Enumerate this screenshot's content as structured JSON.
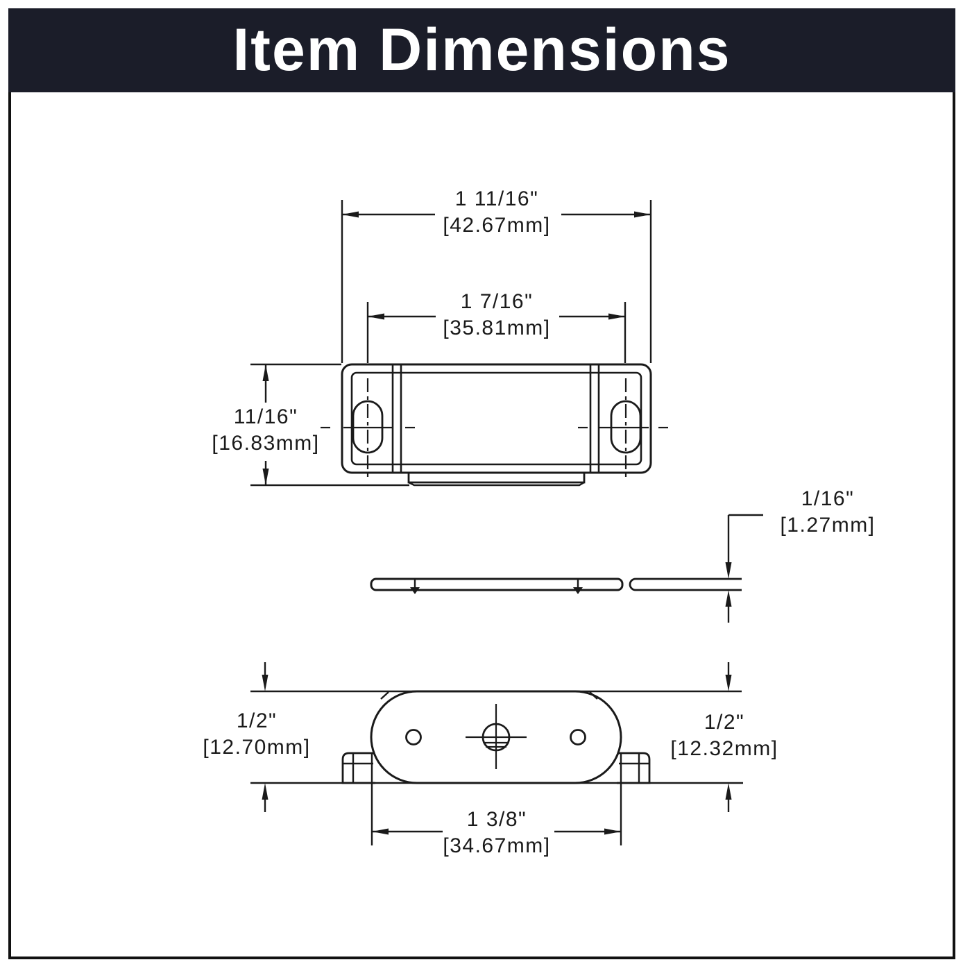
{
  "header": {
    "title": "Item Dimensions"
  },
  "colors": {
    "header_bg": "#1b1d29",
    "title_text": "#ffffff",
    "line": "#1a1a1a",
    "background": "#ffffff"
  },
  "dims": {
    "overall_width": {
      "in": "1 11/16\"",
      "mm": "[42.67mm]"
    },
    "slot_spacing": {
      "in": "1 7/16\"",
      "mm": "[35.81mm]"
    },
    "body_height": {
      "in": "11/16\"",
      "mm": "[16.83mm]"
    },
    "plate_thickness": {
      "in": "1/16\"",
      "mm": "[1.27mm]"
    },
    "depth_left": {
      "in": "1/2\"",
      "mm": "[12.70mm]"
    },
    "depth_right": {
      "in": "1/2\"",
      "mm": "[12.32mm]"
    },
    "plate_width": {
      "in": "1 3/8\"",
      "mm": "[34.67mm]"
    }
  }
}
